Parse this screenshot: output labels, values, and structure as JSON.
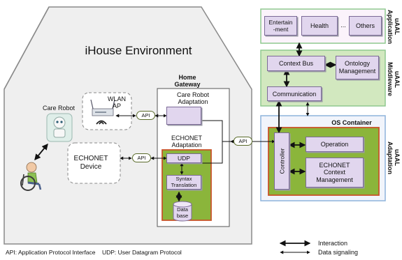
{
  "house": {
    "title": "iHouse Environment"
  },
  "care_robot": {
    "label": "Care Robot"
  },
  "wlan_ap": {
    "label": "WLAN\nAP"
  },
  "echonet_device": {
    "label": "ECHONET\nDevice"
  },
  "api_label": "API",
  "home_gateway": {
    "title": "Home\nGateway",
    "care_robot_adaptation": "Care Robot\nAdaptation",
    "echonet_adaptation": "ECHONET\nAdaptation",
    "udp": "UDP",
    "syntax_translation": "Syntax\nTranslation",
    "database": "Data\nbase"
  },
  "uaal_application": {
    "layer_label": "uAAL\nApplication",
    "apps": [
      "Entertain\n-ment",
      "Health",
      "...",
      "Others"
    ]
  },
  "uaal_middleware": {
    "layer_label": "uAAL\nMiddleware",
    "context_bus": "Context Bus",
    "ontology_management": "Ontology\nManagement",
    "communication": "Communication"
  },
  "uaal_adaptation": {
    "layer_label": "uAAL\nAdaptation",
    "os_container": "OS Container",
    "controller": "Controller",
    "operation": "Operation",
    "echonet_context_management": "ECHONET\nContext\nManagement"
  },
  "footer": {
    "abbreviations": "API: Application Protocol Interface    UDP: User Datagram Protocol",
    "legend": [
      "Interaction",
      "Data signaling"
    ]
  },
  "colors": {
    "house_fill": "#efefef",
    "house_outline": "#8a8a8a",
    "application_fill": "#fbf3fb",
    "application_border": "#8fc98f",
    "middleware_fill": "#d2e8bf",
    "os_container_fill": "#f1f4fb",
    "os_container_border": "#8eb3dc",
    "adaptation_fill": "#8bb53b",
    "adaptation_border": "#c8542a",
    "module_fill": "#e1d6ee"
  }
}
